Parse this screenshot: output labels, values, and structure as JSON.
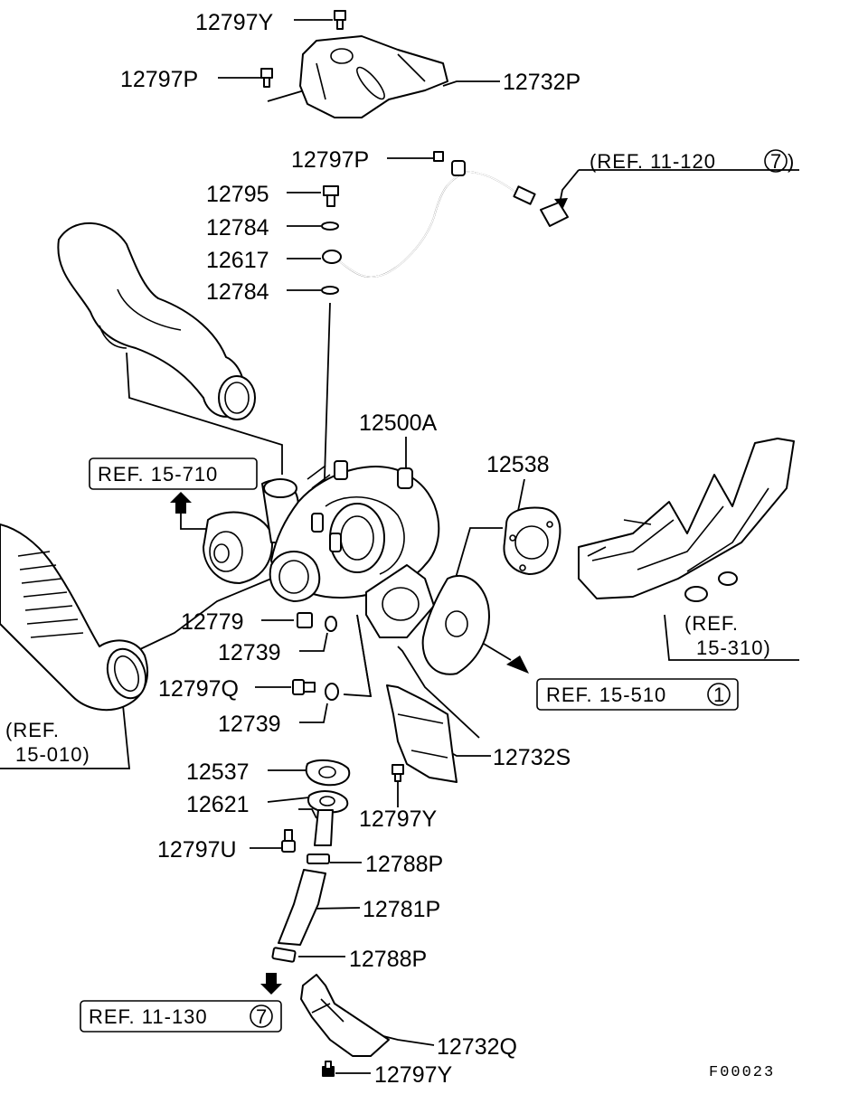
{
  "parts": {
    "p12797Y_top": "12797Y",
    "p12797P_a": "12797P",
    "p12732P": "12732P",
    "p12797P_b": "12797P",
    "p12795": "12795",
    "p12784_a": "12784",
    "p12617": "12617",
    "p12784_b": "12784",
    "p12500A": "12500A",
    "p12538": "12538",
    "p12779": "12779",
    "p12739_a": "12739",
    "p12797Q": "12797Q",
    "p12739_b": "12739",
    "p12732S": "12732S",
    "p12537": "12537",
    "p12621": "12621",
    "p12797Y_mid": "12797Y",
    "p12797U": "12797U",
    "p12788P_a": "12788P",
    "p12781P": "12781P",
    "p12788P_b": "12788P",
    "p12732Q": "12732Q",
    "p12797Y_bot": "12797Y"
  },
  "refs": {
    "ref_11_120": "(REF. 11-120",
    "ref_11_120_circle": "7",
    "ref_15_710": "REF. 15-710",
    "ref_15_310_l1": "(REF.",
    "ref_15_310_l2": "15-310)",
    "ref_15_510": "REF. 15-510",
    "ref_15_510_circle": "1",
    "ref_15_010_l1": "(REF.",
    "ref_15_010_l2": "15-010)",
    "ref_11_130": "REF. 11-130",
    "ref_11_130_circle": "7"
  },
  "figure_code": "F00023"
}
